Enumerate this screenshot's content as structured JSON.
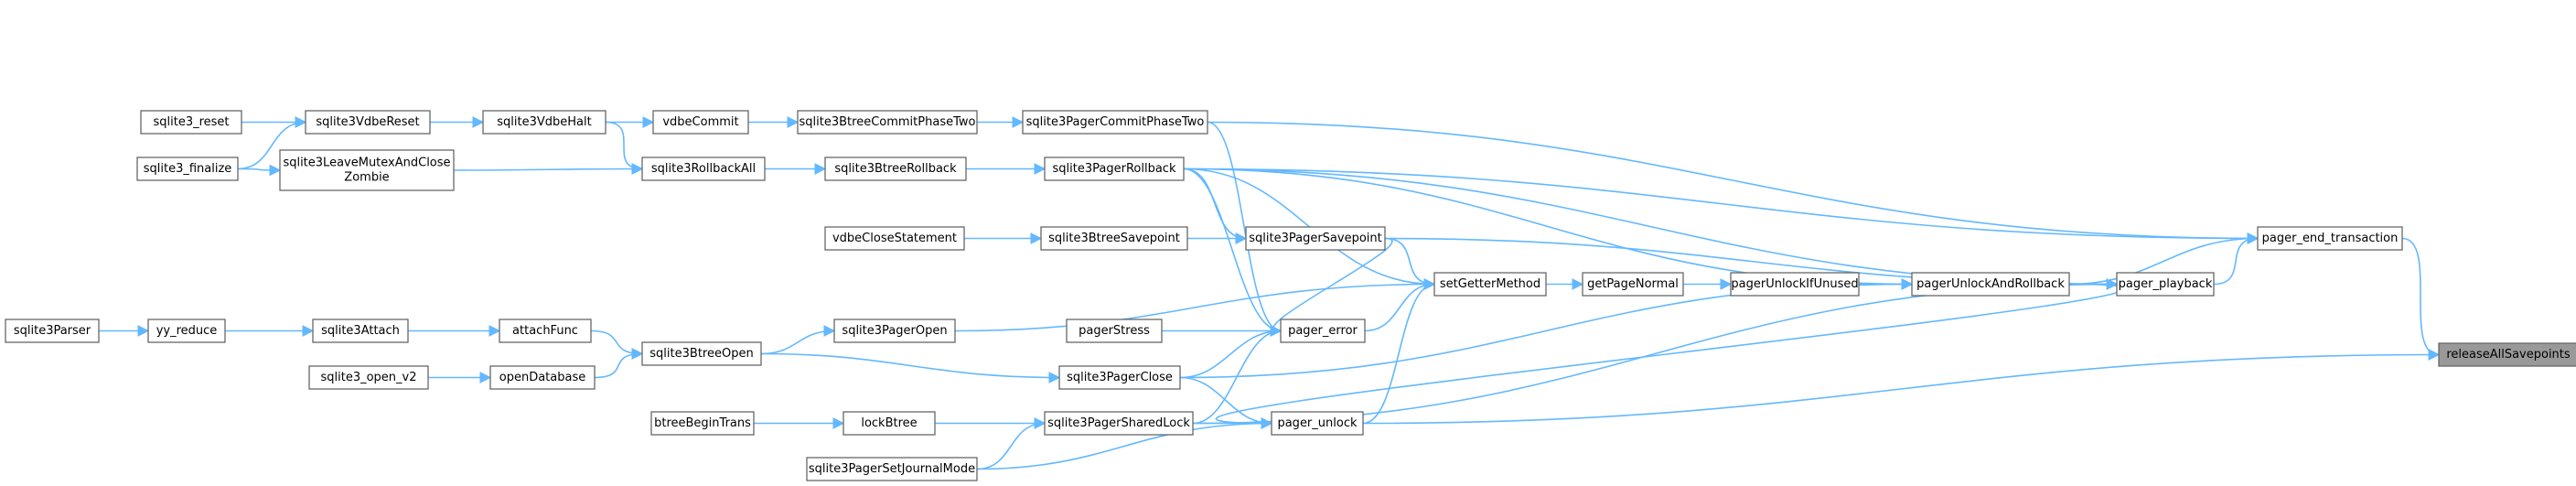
{
  "graph": {
    "title": "",
    "root": "releaseAllSavepoints",
    "colors": {
      "edge": "#63b8ff",
      "node_border": "#666666",
      "root_fill": "#999999",
      "node_fill": "#ffffff"
    },
    "nodes": [
      {
        "id": "releaseAllSavepoints",
        "label": "releaseAllSavepoints"
      },
      {
        "id": "pager_end_transaction",
        "label": "pager_end_transaction"
      },
      {
        "id": "pager_playback",
        "label": "pager_playback"
      },
      {
        "id": "pager_unlock",
        "label": "pager_unlock"
      },
      {
        "id": "pagerUnlockAndRollback",
        "label": "pagerUnlockAndRollback"
      },
      {
        "id": "pagerUnlockIfUnused",
        "label": "pagerUnlockIfUnused"
      },
      {
        "id": "getPageNormal",
        "label": "getPageNormal"
      },
      {
        "id": "setGetterMethod",
        "label": "setGetterMethod"
      },
      {
        "id": "sqlite3PagerRollback",
        "label": "sqlite3PagerRollback"
      },
      {
        "id": "sqlite3PagerSavepoint",
        "label": "sqlite3PagerSavepoint"
      },
      {
        "id": "pager_error",
        "label": "pager_error"
      },
      {
        "id": "sqlite3PagerCommitPhaseTwo",
        "label": "sqlite3PagerCommitPhaseTwo"
      },
      {
        "id": "sqlite3PagerOpen",
        "label": "sqlite3PagerOpen"
      },
      {
        "id": "pagerStress",
        "label": "pagerStress"
      },
      {
        "id": "sqlite3PagerClose",
        "label": "sqlite3PagerClose"
      },
      {
        "id": "sqlite3PagerSharedLock",
        "label": "sqlite3PagerSharedLock"
      },
      {
        "id": "sqlite3PagerSetJournalMode",
        "label": "sqlite3PagerSetJournalMode"
      },
      {
        "id": "sqlite3BtreeCommitPhaseTwo",
        "label": "sqlite3BtreeCommitPhaseTwo"
      },
      {
        "id": "sqlite3BtreeRollback",
        "label": "sqlite3BtreeRollback"
      },
      {
        "id": "sqlite3BtreeSavepoint",
        "label": "sqlite3BtreeSavepoint"
      },
      {
        "id": "vdbeCloseStatement",
        "label": "vdbeCloseStatement"
      },
      {
        "id": "sqlite3BtreeOpen",
        "label": "sqlite3BtreeOpen"
      },
      {
        "id": "lockBtree",
        "label": "lockBtree"
      },
      {
        "id": "btreeBeginTrans",
        "label": "btreeBeginTrans"
      },
      {
        "id": "vdbeCommit",
        "label": "vdbeCommit"
      },
      {
        "id": "sqlite3RollbackAll",
        "label": "sqlite3RollbackAll"
      },
      {
        "id": "sqlite3VdbeHalt",
        "label": "sqlite3VdbeHalt"
      },
      {
        "id": "sqlite3VdbeReset",
        "label": "sqlite3VdbeReset"
      },
      {
        "id": "sqlite3LeaveMutexAndCloseZombie",
        "label": "sqlite3LeaveMutexAndClose\nZombie"
      },
      {
        "id": "sqlite3_reset",
        "label": "sqlite3_reset"
      },
      {
        "id": "sqlite3_finalize",
        "label": "sqlite3_finalize"
      },
      {
        "id": "attachFunc",
        "label": "attachFunc"
      },
      {
        "id": "openDatabase",
        "label": "openDatabase"
      },
      {
        "id": "sqlite3Attach",
        "label": "sqlite3Attach"
      },
      {
        "id": "sqlite3_open_v2",
        "label": "sqlite3_open_v2"
      },
      {
        "id": "yy_reduce",
        "label": "yy_reduce"
      },
      {
        "id": "sqlite3Parser",
        "label": "sqlite3Parser"
      }
    ],
    "edges": [
      {
        "from": "pager_end_transaction",
        "to": "releaseAllSavepoints"
      },
      {
        "from": "pager_unlock",
        "to": "releaseAllSavepoints"
      },
      {
        "from": "pager_playback",
        "to": "pager_end_transaction"
      },
      {
        "from": "pagerUnlockAndRollback",
        "to": "pager_end_transaction"
      },
      {
        "from": "sqlite3PagerRollback",
        "to": "pager_end_transaction"
      },
      {
        "from": "sqlite3PagerCommitPhaseTwo",
        "to": "pager_end_transaction"
      },
      {
        "from": "pagerUnlockAndRollback",
        "to": "pager_playback"
      },
      {
        "from": "sqlite3PagerSavepoint",
        "to": "pager_playback"
      },
      {
        "from": "sqlite3PagerSharedLock",
        "to": "pager_playback"
      },
      {
        "from": "sqlite3PagerRollback",
        "to": "pager_playback"
      },
      {
        "from": "pagerUnlockIfUnused",
        "to": "pagerUnlockAndRollback"
      },
      {
        "from": "sqlite3PagerClose",
        "to": "pagerUnlockAndRollback"
      },
      {
        "from": "sqlite3PagerRollback",
        "to": "pagerUnlockAndRollback"
      },
      {
        "from": "pagerUnlockAndRollback",
        "to": "pager_unlock"
      },
      {
        "from": "getPageNormal",
        "to": "pagerUnlockIfUnused"
      },
      {
        "from": "setGetterMethod",
        "to": "getPageNormal"
      },
      {
        "from": "pager_error",
        "to": "setGetterMethod"
      },
      {
        "from": "pager_unlock",
        "to": "setGetterMethod"
      },
      {
        "from": "sqlite3PagerOpen",
        "to": "setGetterMethod"
      },
      {
        "from": "sqlite3PagerRollback",
        "to": "setGetterMethod"
      },
      {
        "from": "sqlite3PagerSavepoint",
        "to": "setGetterMethod"
      },
      {
        "from": "sqlite3PagerCommitPhaseTwo",
        "to": "pager_error"
      },
      {
        "from": "sqlite3PagerRollback",
        "to": "pager_error"
      },
      {
        "from": "sqlite3PagerSavepoint",
        "to": "pager_error"
      },
      {
        "from": "pagerStress",
        "to": "pager_error"
      },
      {
        "from": "sqlite3PagerClose",
        "to": "pager_error"
      },
      {
        "from": "sqlite3PagerSharedLock",
        "to": "pager_error"
      },
      {
        "from": "sqlite3PagerClose",
        "to": "pager_unlock"
      },
      {
        "from": "sqlite3PagerSharedLock",
        "to": "pager_unlock"
      },
      {
        "from": "sqlite3PagerSetJournalMode",
        "to": "pager_unlock"
      },
      {
        "from": "sqlite3PagerRollback",
        "to": "sqlite3PagerSavepoint"
      },
      {
        "from": "sqlite3BtreeSavepoint",
        "to": "sqlite3PagerSavepoint"
      },
      {
        "from": "sqlite3BtreeCommitPhaseTwo",
        "to": "sqlite3PagerCommitPhaseTwo"
      },
      {
        "from": "sqlite3BtreeRollback",
        "to": "sqlite3PagerRollback"
      },
      {
        "from": "vdbeCloseStatement",
        "to": "sqlite3BtreeSavepoint"
      },
      {
        "from": "sqlite3BtreeOpen",
        "to": "sqlite3PagerOpen"
      },
      {
        "from": "sqlite3BtreeOpen",
        "to": "sqlite3PagerClose"
      },
      {
        "from": "lockBtree",
        "to": "sqlite3PagerSharedLock"
      },
      {
        "from": "sqlite3PagerSetJournalMode",
        "to": "sqlite3PagerSharedLock"
      },
      {
        "from": "btreeBeginTrans",
        "to": "lockBtree"
      },
      {
        "from": "vdbeCommit",
        "to": "sqlite3BtreeCommitPhaseTwo"
      },
      {
        "from": "sqlite3RollbackAll",
        "to": "sqlite3BtreeRollback"
      },
      {
        "from": "sqlite3VdbeHalt",
        "to": "vdbeCommit"
      },
      {
        "from": "sqlite3VdbeHalt",
        "to": "sqlite3RollbackAll"
      },
      {
        "from": "sqlite3LeaveMutexAndCloseZombie",
        "to": "sqlite3RollbackAll"
      },
      {
        "from": "sqlite3VdbeReset",
        "to": "sqlite3VdbeHalt"
      },
      {
        "from": "sqlite3_reset",
        "to": "sqlite3VdbeReset"
      },
      {
        "from": "sqlite3_finalize",
        "to": "sqlite3VdbeReset"
      },
      {
        "from": "sqlite3_finalize",
        "to": "sqlite3LeaveMutexAndCloseZombie"
      },
      {
        "from": "attachFunc",
        "to": "sqlite3BtreeOpen"
      },
      {
        "from": "openDatabase",
        "to": "sqlite3BtreeOpen"
      },
      {
        "from": "sqlite3Attach",
        "to": "attachFunc"
      },
      {
        "from": "sqlite3_open_v2",
        "to": "openDatabase"
      },
      {
        "from": "yy_reduce",
        "to": "sqlite3Attach"
      },
      {
        "from": "sqlite3Parser",
        "to": "yy_reduce"
      }
    ]
  }
}
